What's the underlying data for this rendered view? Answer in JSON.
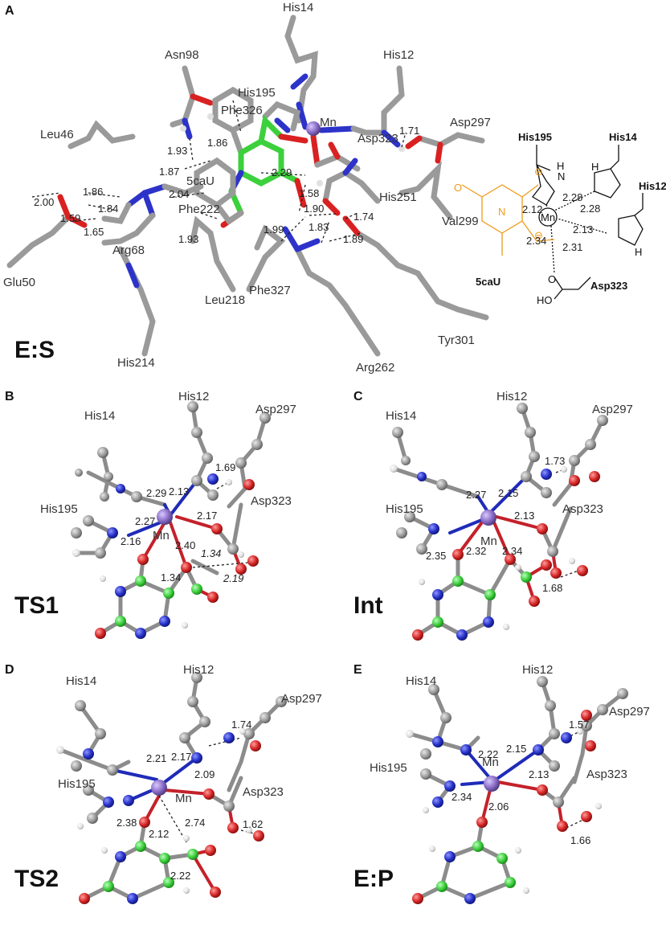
{
  "panels": {
    "A": {
      "letter": "A",
      "state": "E:S",
      "residues": [
        "His14",
        "Asn98",
        "His12",
        "His195",
        "Phe326",
        "Mn",
        "Asp297",
        "Leu46",
        "Asp323",
        "5caU",
        "His251",
        "Val299",
        "Phe222",
        "Arg68",
        "Glu50",
        "Leu218",
        "Phe327",
        "Tyr301",
        "His214",
        "Arg262"
      ],
      "distances": [
        "1.93",
        "1.86",
        "1.71",
        "1.87",
        "2.29",
        "1.58",
        "2.04",
        "1.86",
        "1.84",
        "2.00",
        "1.59",
        "1.65",
        "1.93",
        "1.90",
        "1.99",
        "1.83",
        "1.74",
        "1.89"
      ],
      "scheme": {
        "labels": [
          "His195",
          "His14",
          "His12",
          "Mn",
          "5caU",
          "Asp323",
          "H",
          "N",
          "O",
          "HO"
        ],
        "distances": [
          "2.12",
          "2.28",
          "2.28",
          "2.13",
          "2.34",
          "2.31"
        ],
        "charge": "⊖"
      }
    },
    "B": {
      "letter": "B",
      "state": "TS1",
      "residues": [
        "His14",
        "His12",
        "Asp297",
        "His195",
        "Asp323",
        "Mn"
      ],
      "distances": [
        "1.69",
        "2.29",
        "2.13",
        "2.17",
        "2.27",
        "2.16",
        "2.40",
        "1.34",
        "1.34",
        "2.19"
      ]
    },
    "C": {
      "letter": "C",
      "state": "Int",
      "residues": [
        "His14",
        "His12",
        "Asp297",
        "His195",
        "Asp323",
        "Mn"
      ],
      "distances": [
        "1.73",
        "2.27",
        "2.15",
        "2.13",
        "2.35",
        "2.32",
        "2.34",
        "1.68"
      ]
    },
    "D": {
      "letter": "D",
      "state": "TS2",
      "residues": [
        "His14",
        "His12",
        "Asp297",
        "His195",
        "Asp323",
        "Mn"
      ],
      "distances": [
        "1.74",
        "2.21",
        "2.17",
        "2.09",
        "2.38",
        "2.12",
        "2.74",
        "1.62",
        "2.22"
      ]
    },
    "E": {
      "letter": "E",
      "state": "E:P",
      "residues": [
        "His14",
        "His12",
        "Asp297",
        "His195",
        "Asp323",
        "Mn"
      ],
      "distances": [
        "1.57",
        "2.22",
        "2.15",
        "2.13",
        "2.34",
        "2.06",
        "1.66"
      ]
    }
  },
  "colors": {
    "carbon": "#9a9a9a",
    "nitrogen": "#2d33c9",
    "oxygen": "#d92121",
    "substrate_carbon": "#3dd03d",
    "manganese": "#8a6fc0",
    "hydrogen": "#e6e6e6",
    "scheme_substrate": "#ef9a1a"
  }
}
